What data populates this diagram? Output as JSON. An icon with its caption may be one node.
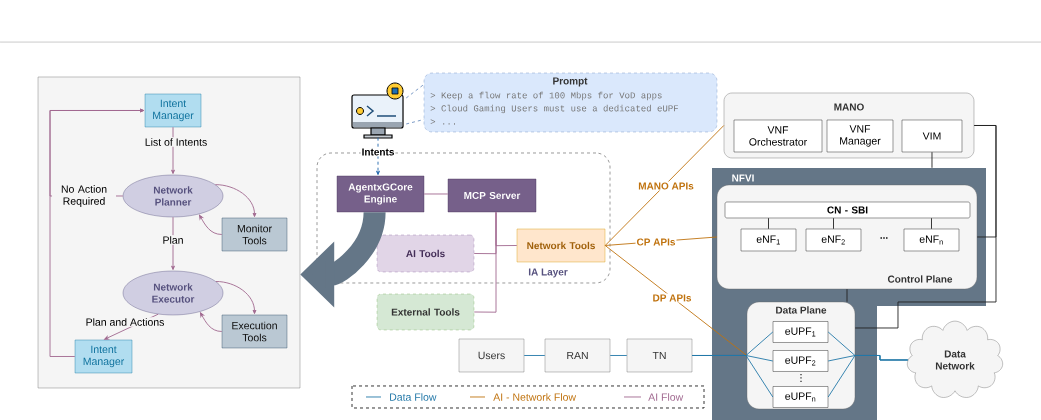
{
  "diagram": {
    "nodes": [
      {
        "text": [],
        "shape": "box"
      },
      {
        "text": [
          "Intent Manager"
        ],
        "in": 0
      },
      {
        "text": [
          "Network Planner"
        ],
        "in": 0
      },
      {
        "text": [
          "Monitor Tools"
        ],
        "in": 0
      },
      {
        "text": [
          "Network Executor"
        ],
        "in": 0
      },
      {
        "text": [
          "Execution Tools"
        ],
        "in": 0
      },
      {
        "text": [
          "Intent Manager"
        ],
        "in": 0
      },
      {
        "text": [],
        "shape": "picture"
      },
      {
        "text": [
          "Prompt",
          "> Keep a flow rate of 100 Mbps for VoD apps",
          "> Cloud Gaming Users must use a dedicated eUPF",
          "> ..."
        ]
      },
      {
        "text": [
          "IA Layer"
        ]
      },
      {
        "text": [
          "AgentxGCore Engine"
        ],
        "in": 9
      },
      {
        "text": [
          "MCP Server"
        ],
        "in": 9
      },
      {
        "text": [
          "AI Tools"
        ],
        "in": 9
      },
      {
        "text": [
          "Network Tools"
        ],
        "in": 9
      },
      {
        "text": [
          "External Tools"
        ]
      },
      {
        "text": [
          "MANO"
        ]
      },
      {
        "text": [
          "VNF Orchestrator"
        ],
        "in": 15
      },
      {
        "text": [
          "VNF Manager"
        ],
        "in": 15
      },
      {
        "text": [
          "VIM"
        ],
        "in": 15
      },
      {
        "text": [
          "NFVI"
        ]
      },
      {
        "text": [
          "Control Plane"
        ],
        "in": 19
      },
      {
        "text": [
          "CN - SBI"
        ],
        "in": 20
      },
      {
        "text": [
          "eNF$_{1}$"
        ],
        "in": 20
      },
      {
        "text": [
          "eNF$_{2}$"
        ],
        "in": 20
      },
      {
        "text": [
          "eNF$_{n}$"
        ],
        "in": 20
      },
      {
        "text": [
          "Data Plane"
        ],
        "in": 19
      },
      {
        "text": [
          "eUPF$_{1}$"
        ],
        "in": 25
      },
      {
        "text": [
          "eUPF$_{2}$"
        ],
        "in": 25
      },
      {
        "text": [
          "eUPF$_{n}$"
        ],
        "in": 25
      },
      {
        "text": [
          "Users"
        ]
      },
      {
        "text": [
          "RAN"
        ]
      },
      {
        "text": [
          "TN"
        ]
      },
      {
        "text": [
          "Data Network"
        ]
      }
    ],
    "edges": [
      {
        "from": 1,
        "to": 2,
        "arrow": "to",
        "label": "List of Intents"
      },
      {
        "from": 2,
        "to": 4,
        "arrow": "to",
        "label": "Plan"
      },
      {
        "from": 2,
        "to": 3,
        "arrow": "to"
      },
      {
        "from": 3,
        "to": 2,
        "arrow": "to"
      },
      {
        "from": 4,
        "to": 5,
        "arrow": "to"
      },
      {
        "from": 5,
        "to": 4,
        "arrow": "to"
      },
      {
        "from": 4,
        "to": 6,
        "arrow": "to",
        "label": "Plan and Actions"
      },
      {
        "from": 2,
        "to": 1,
        "arrow": "to",
        "label": "No Action Required"
      },
      {
        "from": 6,
        "to": 1,
        "arrow": "to"
      },
      {
        "from": 7,
        "to": 8,
        "arrow": "none",
        "style": "dashed",
        "color": "#6c8ebf"
      },
      {
        "from": 7,
        "to": 8,
        "arrow": "none",
        "style": "dashed",
        "color": "#6c8ebf"
      },
      {
        "from": 7,
        "to": 10,
        "arrow": "to",
        "label": "Intents",
        "style": "dashed",
        "color": "#2166ac"
      },
      {
        "from": 10,
        "to": 11,
        "arrow": "none"
      },
      {
        "from": 11,
        "to": 12,
        "arrow": "none"
      },
      {
        "from": 11,
        "to": 13,
        "arrow": "none"
      },
      {
        "from": 11,
        "to": 14,
        "arrow": "none"
      },
      {
        "from": 10,
        "to": 0,
        "arrow": "to",
        "style": "thick",
        "color": "#647687"
      },
      {
        "from": 13,
        "to": 15,
        "arrow": "none",
        "label": "MANO APIs",
        "color": "#c0730f"
      },
      {
        "from": 13,
        "to": 20,
        "arrow": "none",
        "label": "CP APIs",
        "color": "#c0730f"
      },
      {
        "from": 13,
        "to": 25,
        "arrow": "none",
        "label": "DP APIs",
        "color": "#c0730f"
      },
      {
        "from": 18,
        "to": 19,
        "arrow": "none",
        "color": "#222222"
      },
      {
        "from": 15,
        "to": 20,
        "arrow": "none",
        "color": "#222222"
      },
      {
        "from": 15,
        "to": 25,
        "arrow": "none",
        "color": "#222222"
      },
      {
        "from": 20,
        "to": 25,
        "arrow": "none",
        "color": "#222222"
      },
      {
        "from": 21,
        "to": 22,
        "arrow": "none",
        "color": "#222222"
      },
      {
        "from": 21,
        "to": 23,
        "arrow": "none",
        "color": "#222222"
      },
      {
        "from": 21,
        "to": 24,
        "arrow": "none",
        "color": "#222222"
      },
      {
        "from": 29,
        "to": 30,
        "arrow": "none",
        "color": "#2378a8"
      },
      {
        "from": 30,
        "to": 31,
        "arrow": "none",
        "color": "#2378a8"
      },
      {
        "from": 31,
        "to": 26,
        "arrow": "none",
        "color": "#2378a8"
      },
      {
        "from": 31,
        "to": 27,
        "arrow": "none",
        "color": "#2378a8"
      },
      {
        "from": 31,
        "to": 28,
        "arrow": "none",
        "color": "#2378a8"
      },
      {
        "from": 26,
        "to": 32,
        "arrow": "none",
        "color": "#2378a8"
      },
      {
        "from": 27,
        "to": 32,
        "arrow": "none",
        "color": "#2378a8"
      },
      {
        "from": 28,
        "to": 32,
        "arrow": "none",
        "color": "#2378a8"
      }
    ],
    "labels": [
      "...",
      "⋮"
    ],
    "legend": [
      {
        "text": "Data Flow"
      },
      {
        "text": "AI - Network Flow"
      },
      {
        "text": "AI Flow"
      }
    ]
  }
}
